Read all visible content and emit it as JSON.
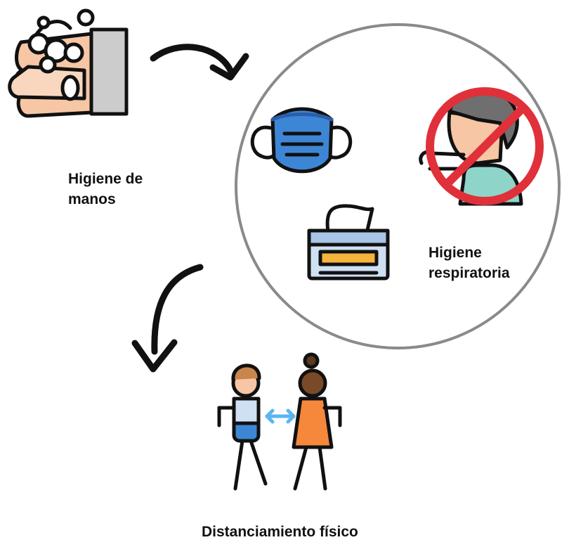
{
  "labels": {
    "hand_hygiene_line1": "Higiene de",
    "hand_hygiene_line2": "manos",
    "respiratory_line1": "Higiene",
    "respiratory_line2": "respiratoria",
    "distancing": "Distanciamiento físico"
  },
  "icons": {
    "hand_washing": "hand-washing-icon",
    "face_mask": "face-mask-icon",
    "no_coughing": "no-coughing-icon",
    "tissue_box": "tissue-box-icon",
    "social_distancing": "social-distancing-icon"
  },
  "colors": {
    "circle_stroke": "#8a8a8a",
    "mask_blue": "#3d86d6",
    "prohibit_red": "#e0303a",
    "skin": "#f6c6a5",
    "orange_dress": "#f5883b",
    "distance_arrow": "#5cb6ee",
    "outline": "#111111"
  }
}
